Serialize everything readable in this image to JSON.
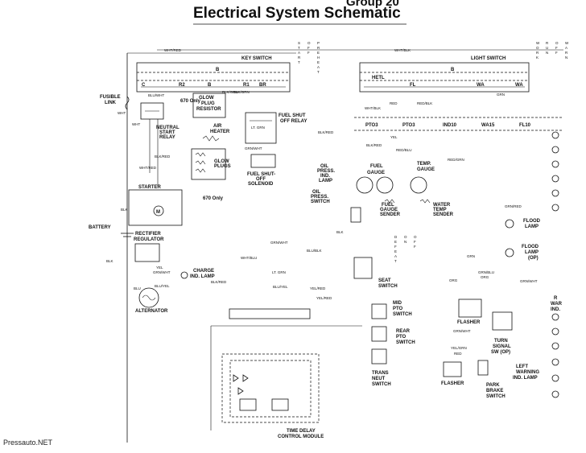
{
  "header": {
    "group": "Group 20",
    "title": "Electrical System Schematic"
  },
  "watermark": "Pressauto.NET",
  "switch_positions": {
    "key": [
      "S",
      "T",
      "A",
      "R",
      "T",
      "",
      "O",
      "F",
      "F",
      "",
      "P",
      "R",
      "E",
      "H",
      "E",
      "A",
      "T"
    ],
    "light": [
      "W",
      "O",
      "R",
      "K",
      "",
      "R",
      "U",
      "N",
      "",
      "O",
      "F",
      "F",
      "",
      "W",
      "A",
      "R",
      "N"
    ],
    "defeat": [
      "D",
      "E",
      "F",
      "E",
      "A",
      "T",
      "",
      "O",
      "N",
      "",
      "O",
      "F",
      "F"
    ]
  },
  "components": {
    "key_switch": "KEY SWITCH",
    "light_switch": "LIGHT SWITCH",
    "fusible_link": [
      "FUSIBLE",
      "LINK"
    ],
    "neutral_start_relay": [
      "NEUTRAL",
      "START",
      "RELAY"
    ],
    "glow_plug_resistor": [
      "GLOW",
      "PLUG",
      "RESISTOR"
    ],
    "resistor_note": "670 Only",
    "air_heater": [
      "AIR",
      "HEATER"
    ],
    "glow_plugs": [
      "GLOW",
      "PLUGS"
    ],
    "glow_note": "670 Only",
    "fuel_shut_off_relay": [
      "FUEL SHUT",
      "OFF RELAY"
    ],
    "fuel_shut_off_solenoid": [
      "FUEL SHUT-",
      "OFF",
      "SOLENOID"
    ],
    "starter": "STARTER",
    "battery": "BATTERY",
    "rectifier_regulator": [
      "RECTIFIER",
      "REGULATOR"
    ],
    "alternator": "ALTERNATOR",
    "charge_ind_lamp": [
      "CHARGE",
      "IND. LAMP"
    ],
    "oil_press_ind_lamp": [
      "OIL",
      "PRESS.",
      "IND.",
      "LAMP"
    ],
    "fuel_gauge": [
      "FUEL",
      "GAUGE"
    ],
    "temp_gauge": [
      "TEMP.",
      "GAUGE"
    ],
    "oil_press_switch": [
      "OIL",
      "PRESS.",
      "SWITCH"
    ],
    "fuel_gauge_sender": [
      "FUEL",
      "GAUGE",
      "SENDER"
    ],
    "water_temp_sender": [
      "WATER",
      "TEMP",
      "SENDER"
    ],
    "seat_switch": [
      "SEAT",
      "SWITCH"
    ],
    "mid_pto_switch": [
      "MID",
      "PTO",
      "SWITCH"
    ],
    "rear_pto_switch": [
      "REAR",
      "PTO",
      "SWITCH"
    ],
    "trans_neut_switch": [
      "TRANS",
      "NEUT",
      "SWITCH"
    ],
    "time_delay_module": [
      "TIME DELAY",
      "CONTROL MODULE"
    ],
    "flood_lamp": [
      "FLOOD",
      "LAMP"
    ],
    "flood_lamp_op": [
      "FLOOD",
      "LAMP",
      "(OP)"
    ],
    "flasher_1": "FLASHER",
    "flasher_2": "FLASHER",
    "turn_signal_sw": [
      "TURN",
      "SIGNAL",
      "SW (OP)"
    ],
    "park_brake_switch": [
      "PARK",
      "BRAKE",
      "SWITCH"
    ],
    "left_warning_lamp": [
      "LEFT",
      "WARNING",
      "IND. LAMP"
    ],
    "right_warning_partial": [
      "R",
      "WAR",
      "IND."
    ]
  },
  "terminals": {
    "key": [
      "C",
      "R2",
      "B",
      "R1",
      "BR"
    ],
    "key_b": "B",
    "light": [
      "HETL",
      "FL",
      "WA",
      "WA"
    ],
    "light_b": "B"
  },
  "connectors": [
    "PTO3",
    "PTO3",
    "IND10",
    "WA15",
    "FL10"
  ],
  "wire_labels": {
    "wht_red_top": "WHT/RED",
    "wht_blk_top": "WHT/BLK",
    "wht": "WHT",
    "blu_wht": "BLU/WHT",
    "blk_red": "BLK/RED",
    "red": "RED",
    "red_blk": "RED/BLK",
    "grn": "GRN",
    "wht_blk_mid": "WHT/BLK",
    "blk_grn_1": "BLK/GRN",
    "blk_grn_2": "BLK/GRN",
    "lt_grn": "LT. GRN",
    "grn_wht": "GRN/WHT",
    "yel": "YEL",
    "blk_red_2": "BLK/RED",
    "red_blu": "RED/BLU",
    "red_grn": "RED/GRN",
    "blk": "BLK",
    "wht_red_mid": "WHT/RED",
    "blu_blk": "BLU/BLK",
    "grn_wht_2": "GRN/WHT",
    "lt_grn_2": "LT. GRN",
    "wht_blu": "WHT/BLU",
    "blu_yel": "BLU/YEL",
    "yel_red": "YEL/RED",
    "yel_red_2": "YEL/RED",
    "blk_red_3": "BLK/RED",
    "org": "ORG",
    "grn_blu": "GRN/BLU",
    "org_2": "ORG",
    "grn_wht_3": "GRN/WHT",
    "yel_grn": "YEL/GRN",
    "red_2": "RED",
    "blu": "BLU",
    "grn_red": "GRN/RED",
    "grn_2": "GRN"
  }
}
